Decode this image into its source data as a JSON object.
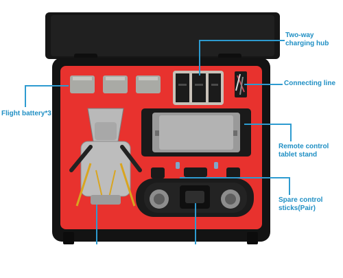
{
  "product": {
    "colors": {
      "case_shell": "#151515",
      "foam": "#e8322e",
      "callout": "#1f8fc4",
      "drone_body": "#b9b9b9",
      "propeller": "#d9a520"
    }
  },
  "callouts": {
    "charging_hub_line1": "Two-way",
    "charging_hub_line2": "charging hub",
    "connecting_line": "Connecting line",
    "flight_battery": "Flight battery*3",
    "tablet_stand_line1": "Remote control",
    "tablet_stand_line2": "tablet stand",
    "control_sticks_line1": "Spare control",
    "control_sticks_line2": "sticks(Pair)"
  }
}
